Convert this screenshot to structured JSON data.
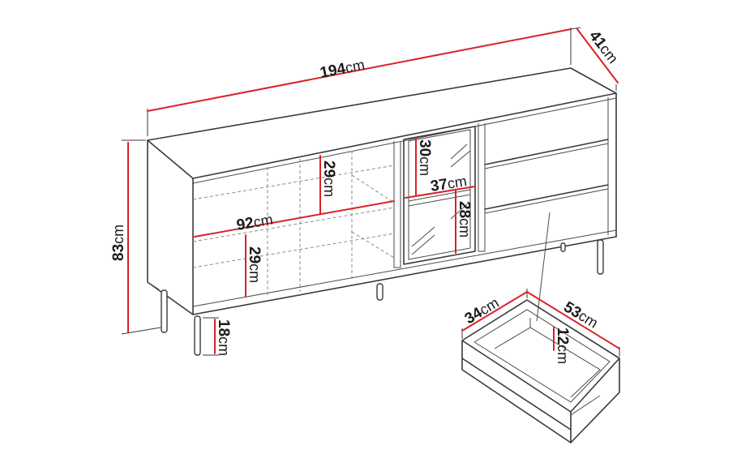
{
  "dimensions": {
    "width": "194",
    "depth": "41",
    "height": "83",
    "shelf_width": "92",
    "upper_shelf_height": "29",
    "lower_shelf_height": "29",
    "glass_upper_height": "30",
    "glass_width": "37",
    "glass_lower_height": "28",
    "leg_height": "18",
    "drawer_width": "34",
    "drawer_depth": "53",
    "drawer_height": "12"
  },
  "unit": "cm",
  "colors": {
    "dimension_line": "#d8232a",
    "outline": "#3a3a3a"
  }
}
